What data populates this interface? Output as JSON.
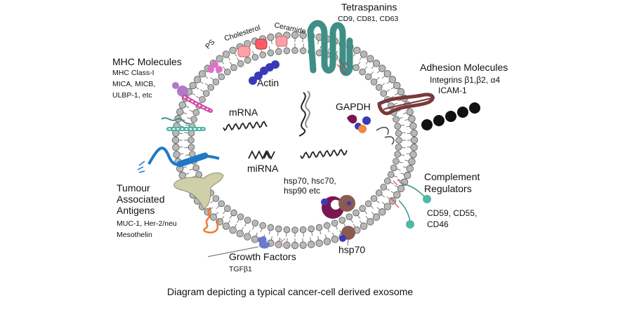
{
  "caption": "Diagram depicting a typical cancer-cell derived exosome",
  "lipids": {
    "ps": "PS",
    "cholesterol": "Cholesterol",
    "ceramide": "Ceramide"
  },
  "tetraspanins": {
    "title": "Tetraspanins",
    "members": "CD9, CD81, CD63"
  },
  "mhc": {
    "title": "MHC Molecules",
    "lines": [
      "MHC Class-I",
      "MICA, MICB,",
      "ULBP-1, etc"
    ]
  },
  "adhesion": {
    "title": "Adhesion Molecules",
    "lines": [
      "Integrins β1,β2, α4",
      "ICAM-1"
    ]
  },
  "interior": {
    "actin": "Actin",
    "mrna": "mRNA",
    "mirna": "miRNA",
    "gapdh": "GAPDH",
    "hsp": [
      "hsp70, hsc70,",
      "hsp90 etc"
    ]
  },
  "complement": {
    "title": [
      "Complement",
      "Regulators"
    ],
    "lines": [
      "CD59, CD55,",
      "CD46"
    ]
  },
  "tumour": {
    "title": [
      "Tumour",
      "Associated",
      "Antigens"
    ],
    "lines": [
      "MUC-1, Her-2/neu",
      "Mesothelin"
    ]
  },
  "growth": {
    "title": "Growth Factors",
    "members": "TGFβ1"
  },
  "hsp70": "hsp70",
  "colors": {
    "bead": "#b8b8b8",
    "bead_edge": "#555555",
    "tetraspanin": "#3f8f86",
    "actin": "#3a3ab8",
    "adhesion": "#7a3838",
    "pink": "#ff9fa6",
    "magenta": "#d84aa8",
    "hsp_purple": "#7a1650",
    "hsp_brown": "#8b5a50",
    "mhc_purple": "#b07ac8",
    "tumour_blue": "#1f78c8",
    "complement_teal": "#4fb8a8"
  }
}
